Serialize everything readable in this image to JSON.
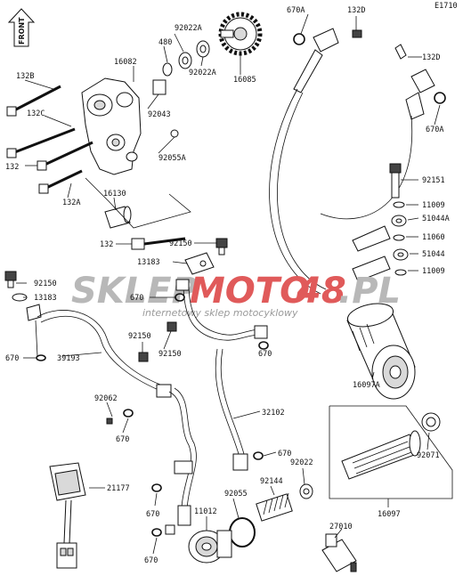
{
  "page_code": "E1710",
  "front_label": "FRONT",
  "watermark": {
    "brand_part1": "SKLEP",
    "brand_part2": "MOTO",
    "brand_part3": "48",
    "brand_part4": ".PL",
    "tagline": "internetowy sklep motocyklowy",
    "colors": {
      "grey": "#b8b8b8",
      "red": "#e05a5a"
    }
  },
  "labels": {
    "p670A_top": "670A",
    "p132D_top": "132D",
    "p132D_right": "132D",
    "p670A_right": "670A",
    "p92022A_1": "92022A",
    "p480": "480",
    "p92022A_2": "92022A",
    "p16082": "16082",
    "p16085": "16085",
    "p132B": "132B",
    "p132C": "132C",
    "p92043": "92043",
    "p92055A": "92055A",
    "p132_a": "132",
    "p132A": "132A",
    "p16130": "16130",
    "p132_b": "132",
    "p92150_a": "92150",
    "p13183_a": "13183",
    "p92150_b": "92150",
    "p13183_b": "13183",
    "p670_a": "670",
    "p92150_c": "92150",
    "p92150_d": "92150",
    "p670_b": "670",
    "p670_c": "670",
    "p39193": "39193",
    "p92062": "92062",
    "p670_d": "670",
    "p32102": "32102",
    "p670_e": "670",
    "p92151": "92151",
    "p11009_a": "11009",
    "p51044A": "51044A",
    "p11060": "11060",
    "p51044": "51044",
    "p11009_b": "11009",
    "p16097A": "16097A",
    "p92071": "92071",
    "p92022": "92022",
    "p92144": "92144",
    "p92055": "92055",
    "p11012": "11012",
    "p21177": "21177",
    "p670_f": "670",
    "p670_g": "670",
    "p16097": "16097",
    "p27010": "27010"
  }
}
